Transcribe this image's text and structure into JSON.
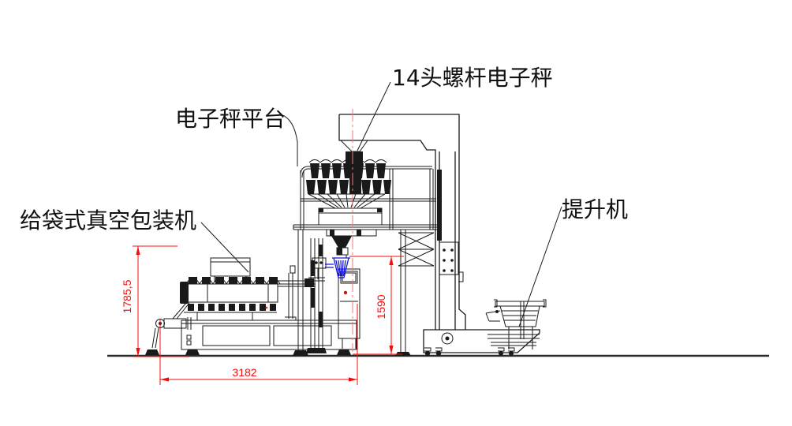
{
  "drawing": {
    "labels": {
      "weigher": {
        "text": "14头螺杆电子秤"
      },
      "platform": {
        "text": "电子秤平台"
      },
      "packaging_machine": {
        "text": "给袋式真空包装机"
      },
      "elevator": {
        "text": "提升机"
      }
    },
    "dimensions": {
      "overall_height_mm": {
        "value": "1785,5"
      },
      "filling_height_mm": {
        "value": "1590"
      },
      "machine_length_mm": {
        "value": "3182"
      }
    },
    "colors": {
      "line": "#1a1a1a",
      "dimension": "#f60d0b",
      "centerline": "#f07878",
      "highlight": "#1616d6",
      "background": "#ffffff"
    }
  }
}
